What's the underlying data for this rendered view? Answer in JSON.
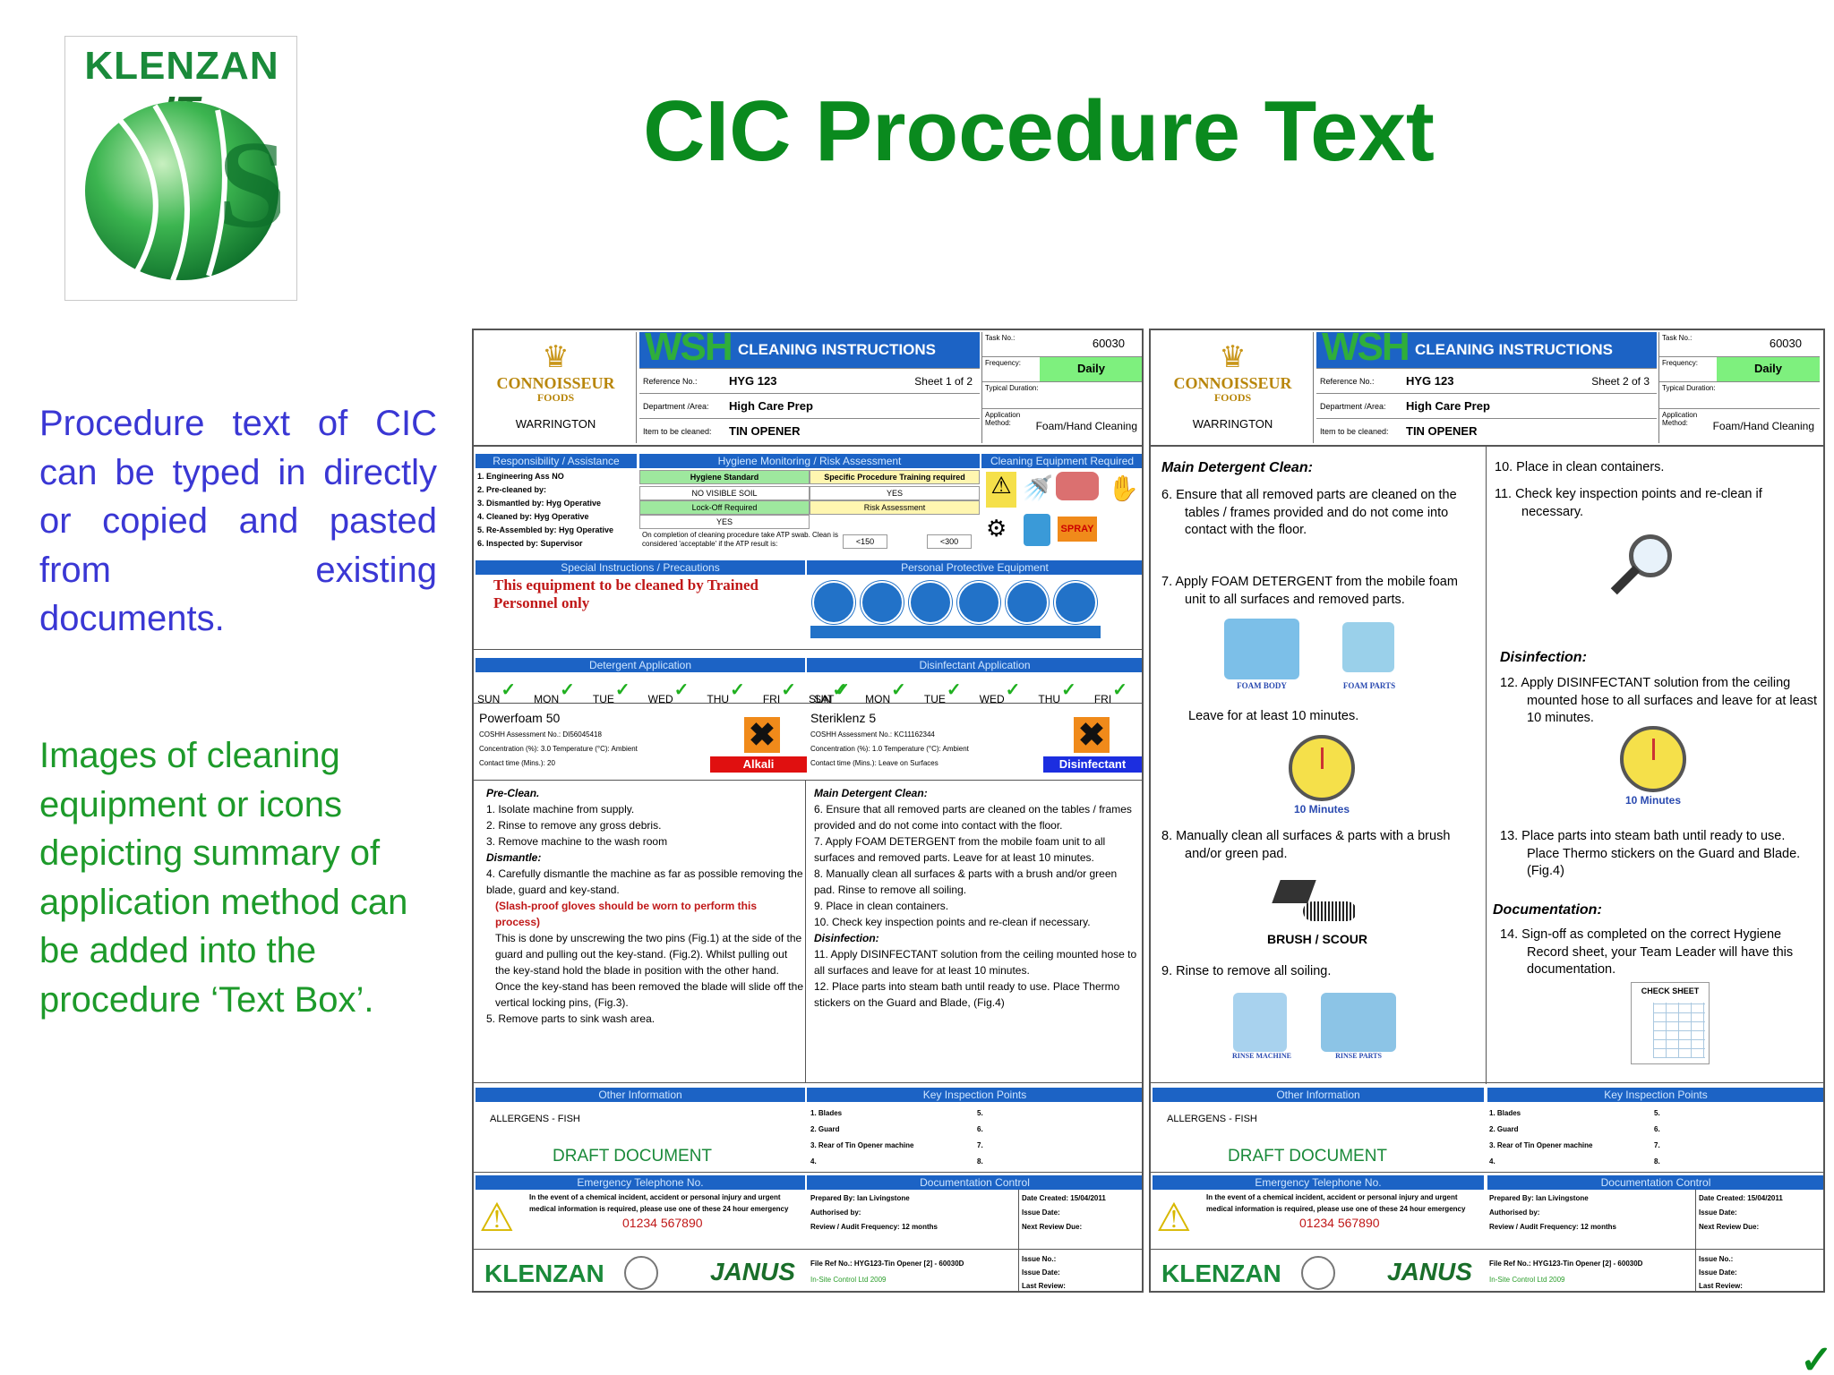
{
  "logo": {
    "text_main": "KLENZAN",
    "text_suffix": "IT"
  },
  "title": "CIC Procedure Text",
  "side_text_1": "Procedure text of CIC can be typed in directly or copied and pasted from existing documents.",
  "side_text_2": "Images of cleaning equipment or icons depicting summary of application method can be added into the procedure ‘Text Box’.",
  "cards": [
    {
      "header": {
        "company": "CONNOISSEUR",
        "company_sub": "FOODS",
        "location": "WARRINGTON",
        "card_title": "CLEANING INSTRUCTIONS CARD",
        "wsh": "WSH",
        "reference_label": "Reference No.:",
        "reference": "HYG 123",
        "sheet": "Sheet 1 of 2",
        "department_label": "Department /Area:",
        "department": "High Care Prep",
        "item_label": "Item to be cleaned:",
        "item": "TIN OPENER",
        "task_label": "Task No.:",
        "task": "60030",
        "frequency_label": "Frequency:",
        "frequency": "Daily",
        "typical_label": "Typical Duration:",
        "method_label": "Application Method:",
        "method": "Foam/Hand Cleaning"
      },
      "sections": {
        "responsibility": "Responsibility / Assistance",
        "hygiene": "Hygiene Monitoring / Risk Assessment",
        "equipment": "Cleaning Equipment Required",
        "special": "Special Instructions / Precautions",
        "ppe": "Personal Protective Equipment",
        "detergent": "Detergent Application",
        "disinfectant": "Disinfectant Application",
        "other": "Other Information",
        "key": "Key Inspection Points",
        "emergency": "Emergency Telephone No.",
        "docctrl": "Documentation Control"
      },
      "responsibility_rows": [
        "1. Engineering Ass    NO",
        "2. Pre-cleaned by:",
        "3. Dismantled by:    Hyg Operative",
        "4. Cleaned by:    Hyg Operative",
        "5. Re-Assembled by:    Hyg Operative",
        "6. Inspected by:    Supervisor"
      ],
      "hygiene_cells": [
        "Hygiene Standard",
        "Specific Procedure Training required",
        "NO VISIBLE SOIL",
        "YES",
        "Lock-Off Required",
        "Risk Assessment",
        "YES"
      ],
      "atp_text": "On completion of cleaning procedure take ATP swab. Clean is considered 'acceptable' if the ATP result is:",
      "atp_values": [
        "<150",
        "<300"
      ],
      "special_text": "This equipment to be cleaned by Trained Personnel only",
      "days": [
        "SUN",
        "MON",
        "TUE",
        "WED",
        "THU",
        "FRI",
        "SAT"
      ],
      "detergent": {
        "name": "Powerfoam 50",
        "coshh": "COSHH Assessment No.:  DI56045418",
        "conc": "Concentration (%):  3.0      Temperature (°C):  Ambient",
        "contact": "Contact time (Mins.):  20",
        "label": "Alkali"
      },
      "disinfectant": {
        "name": "Steriklenz 5",
        "coshh": "COSHH Assessment No.:  KC11162344",
        "conc": "Concentration (%):  1.0      Temperature (°C):  Ambient",
        "contact": "Contact time (Mins.):  Leave on Surfaces",
        "label": "Disinfectant"
      },
      "procedure_left": [
        "Pre-Clean.",
        "1. Isolate machine from supply.",
        "2. Rinse to remove any gross debris.",
        "3. Remove machine to the wash room",
        "Dismantle:",
        "4. Carefully dismantle the machine as far as possible removing the blade, guard and key-stand.",
        "(Slash-proof gloves should be worn to perform this process)",
        "This is done by unscrewing the two pins (Fig.1) at the side of the guard and pulling out the key-stand. (Fig.2). Whilst pulling out the key-stand hold the blade in position with the other hand. Once the key-stand has been removed the blade will slide off the vertical locking pins, (Fig.3).",
        "5. Remove parts to sink wash area."
      ],
      "procedure_right": [
        "Main Detergent Clean:",
        "6.  Ensure that all removed parts are cleaned on the tables / frames provided and do not come into contact with the floor.",
        "7.  Apply FOAM DETERGENT from the mobile foam unit to all surfaces and removed parts. Leave for at least 10 minutes.",
        "8.  Manually clean all surfaces & parts with a brush and/or green pad. Rinse to remove all soiling.",
        "9.  Place in clean containers.",
        "10. Check key inspection points and re-clean if necessary.",
        "Disinfection:",
        "11. Apply DISINFECTANT solution from the ceiling mounted hose to all surfaces and leave for at least 10 minutes.",
        "12. Place parts into steam bath until ready to use. Place Thermo stickers on the Guard and Blade, (Fig.4)"
      ],
      "other_info": "ALLERGENS - FISH",
      "draft": "DRAFT DOCUMENT",
      "key_points": [
        "1. Blades",
        "2. Guard",
        "3. Rear of Tin Opener machine",
        "4.",
        "5.",
        "6.",
        "7.",
        "8."
      ],
      "emergency_text": "In the event of a chemical incident, accident or personal injury and urgent medical information is required, please use one of these 24 hour emergency",
      "phone": "01234 567890",
      "doc_rows": [
        "Prepared By:  Ian Livingstone",
        "Authorised by:",
        "Review / Audit Frequency: 12 months"
      ],
      "doc_dates": [
        "Date Created:      15/04/2011",
        "Issue Date:",
        "Next Review Due:"
      ],
      "file_ref": "File Ref No.:  HYG123-Tin Opener [2] - 60030D",
      "insite": "In-Site Control Ltd 2009",
      "issue_rows": [
        "Issue No.:",
        "Issue Date:",
        "Last Review:"
      ],
      "footer_klenzan": "KLENZAN",
      "footer_janus": "JANUS"
    },
    {
      "header": {
        "company": "CONNOISSEUR",
        "company_sub": "FOODS",
        "location": "WARRINGTON",
        "card_title": "CLEANING INSTRUCTIONS CARD",
        "wsh": "WSH",
        "reference_label": "Reference No.:",
        "reference": "HYG 123",
        "sheet": "Sheet 2 of 3",
        "department_label": "Department /Area:",
        "department": "High Care Prep",
        "item_label": "Item to be cleaned:",
        "item": "TIN OPENER",
        "task_label": "Task No.:",
        "task": "60030",
        "frequency_label": "Frequency:",
        "frequency": "Daily",
        "typical_label": "Typical Duration:",
        "method_label": "Application Method:",
        "method": "Foam/Hand Cleaning"
      },
      "left_col": {
        "h1": "Main Detergent Clean:",
        "s6": "6.   Ensure that all removed parts are cleaned on the tables / frames provided and do not come into contact with the floor.",
        "s7": "7.   Apply FOAM DETERGENT from the mobile foam unit to all surfaces and removed parts.",
        "foam_body": "FOAM BODY",
        "foam_parts": "FOAM PARTS",
        "leave": "Leave for at least 10 minutes.",
        "ten": "10 Minutes",
        "s8": "8.   Manually clean all surfaces & parts with a brush and/or green pad.",
        "brush": "BRUSH / SCOUR",
        "s9": "9.   Rinse to remove all soiling.",
        "rinse_machine": "RINSE MACHINE",
        "rinse_parts": "RINSE PARTS"
      },
      "right_col": {
        "s10": "10.  Place in clean containers.",
        "s11": "11.  Check key inspection points and re-clean if necessary.",
        "h2": "Disinfection:",
        "s12": "12.  Apply DISINFECTANT solution from the ceiling mounted hose to all surfaces and leave for at least 10 minutes.",
        "ten": "10 Minutes",
        "s13": "13.  Place parts into steam bath until ready to use. Place Thermo stickers on the Guard and Blade.(Fig.4)",
        "h3": "Documentation:",
        "s14": "14.  Sign-off as completed on the correct Hygiene Record sheet, your Team Leader will have this documentation.",
        "check": "CHECK SHEET"
      },
      "sections": {
        "other": "Other Information",
        "key": "Key Inspection Points",
        "emergency": "Emergency Telephone No.",
        "docctrl": "Documentation Control"
      },
      "other_info": "ALLERGENS - FISH",
      "draft": "DRAFT DOCUMENT",
      "key_points": [
        "1. Blades",
        "2. Guard",
        "3. Rear of Tin Opener machine",
        "4.",
        "5.",
        "6.",
        "7.",
        "8."
      ],
      "emergency_text": "In the event of a chemical incident, accident or personal injury and urgent medical information is required, please use one of these 24 hour emergency",
      "phone": "01234 567890",
      "doc_rows": [
        "Prepared By:  Ian Livingstone",
        "Authorised by:",
        "Review / Audit Frequency: 12 months"
      ],
      "doc_dates": [
        "Date Created:      15/04/2011",
        "Issue Date:",
        "Next Review Due:"
      ],
      "file_ref": "File Ref No.:  HYG123-Tin Opener [2] - 60030D",
      "insite": "In-Site Control Ltd 2009",
      "issue_rows": [
        "Issue No.:",
        "Issue Date:",
        "Last Review:"
      ],
      "footer_klenzan": "KLENZAN",
      "footer_janus": "JANUS"
    }
  ],
  "tick": "✓",
  "colors": {
    "title_green": "#0a8a1e",
    "side_blue": "#3a37d4",
    "side_green": "#1d9a2a",
    "card_blue": "#1c63c5"
  }
}
